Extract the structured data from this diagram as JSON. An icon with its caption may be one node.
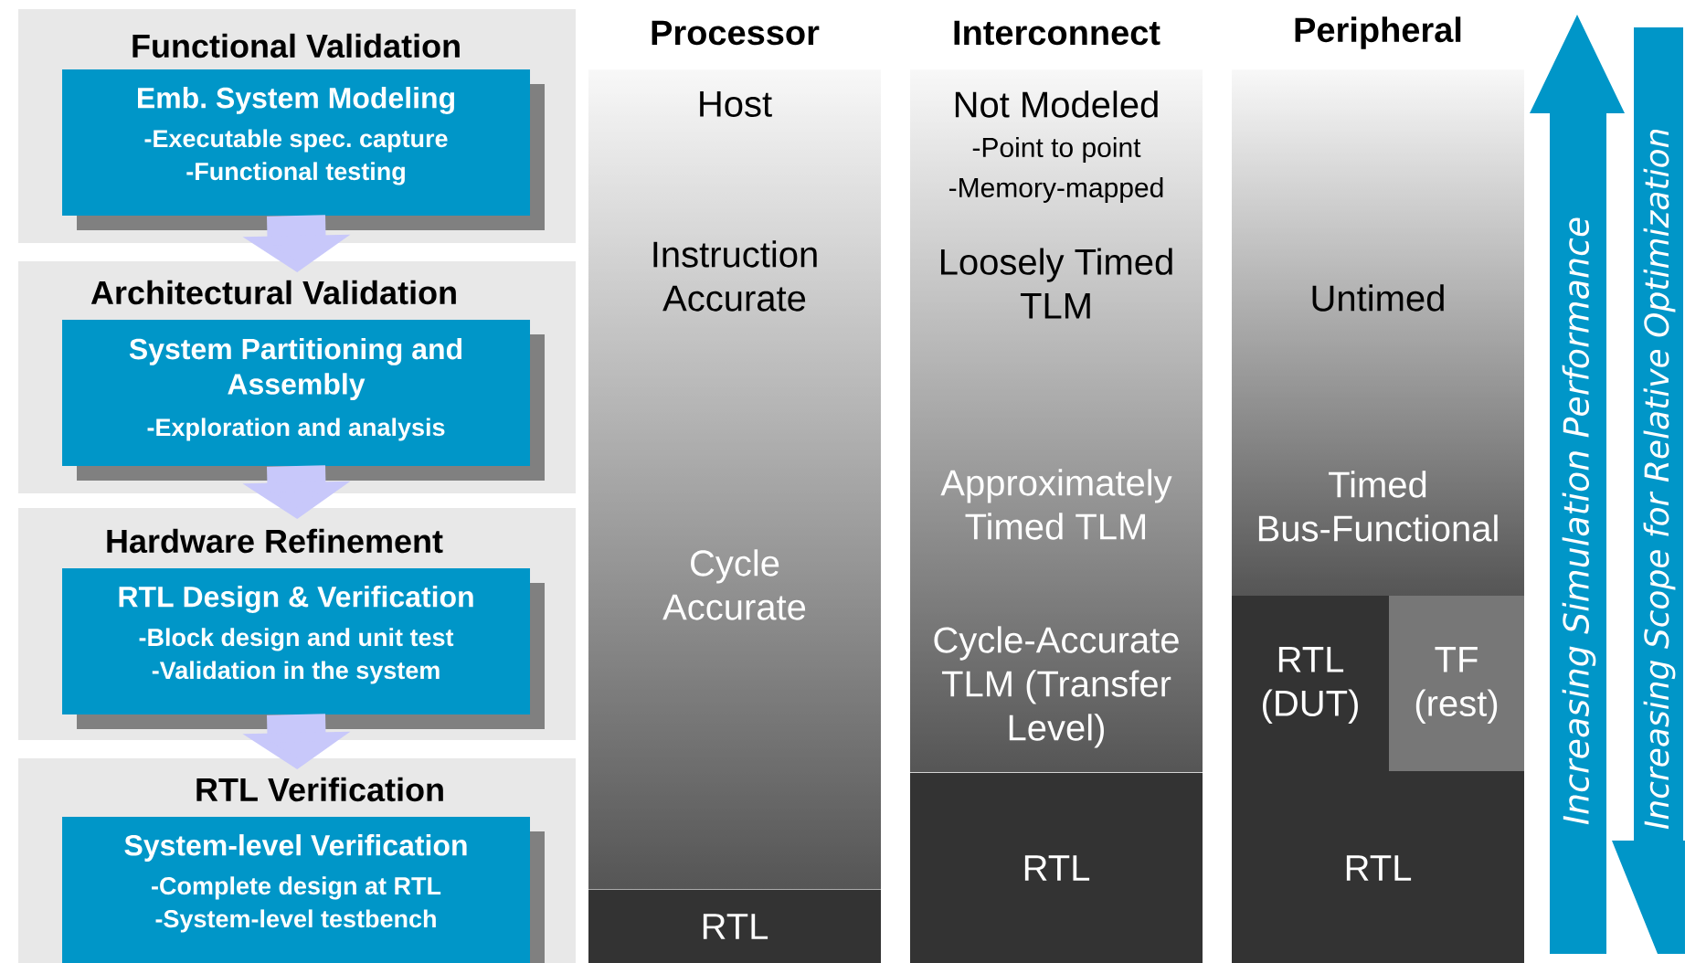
{
  "diagram": {
    "nodes": [
      {
        "text": [
          "Functional Validation"
        ]
      },
      {
        "text": [
          "Emb. System Modeling",
          "-Executable spec. capture",
          "-Functional testing"
        ],
        "in": 0
      },
      {
        "text": [
          "Architectural Validation"
        ]
      },
      {
        "text": [
          "System Partitioning and Assembly",
          "-Exploration and analysis"
        ],
        "in": 2
      },
      {
        "text": [
          "Hardware Refinement"
        ]
      },
      {
        "text": [
          "RTL Design & Verification",
          "-Block design and unit test",
          "-Validation in the system"
        ],
        "in": 4
      },
      {
        "text": [
          "RTL Verification"
        ]
      },
      {
        "text": [
          "System-level Verification",
          "-Complete design at RTL",
          "-System-level testbench"
        ],
        "in": 6
      },
      {
        "text": [
          "Processor",
          "Host",
          "Instruction Accurate",
          "Cycle Accurate"
        ]
      },
      {
        "text": [
          "RTL"
        ]
      },
      {
        "text": [
          "Interconnect",
          "Not Modeled",
          "-Point to point",
          "-Memory-mapped",
          "Loosely Timed TLM",
          "Approximately Timed TLM",
          "Cycle-Accurate TLM (Transfer Level)"
        ]
      },
      {
        "text": [
          "RTL"
        ]
      },
      {
        "text": [
          "Peripheral",
          "Untimed",
          "Timed Bus-Functional"
        ]
      },
      {
        "text": [
          "RTL (DUT)"
        ]
      },
      {
        "text": [
          "TF (rest)"
        ]
      },
      {
        "text": [
          "RTL"
        ]
      }
    ],
    "edges": [
      {
        "from": 1,
        "to": 2,
        "arrow": "to"
      },
      {
        "from": 3,
        "to": 4,
        "arrow": "to"
      },
      {
        "from": 5,
        "to": 6,
        "arrow": "to"
      }
    ],
    "labels": [
      "Increasing Simulation Performance",
      "Increasing Scope for Relative Optimization"
    ]
  }
}
